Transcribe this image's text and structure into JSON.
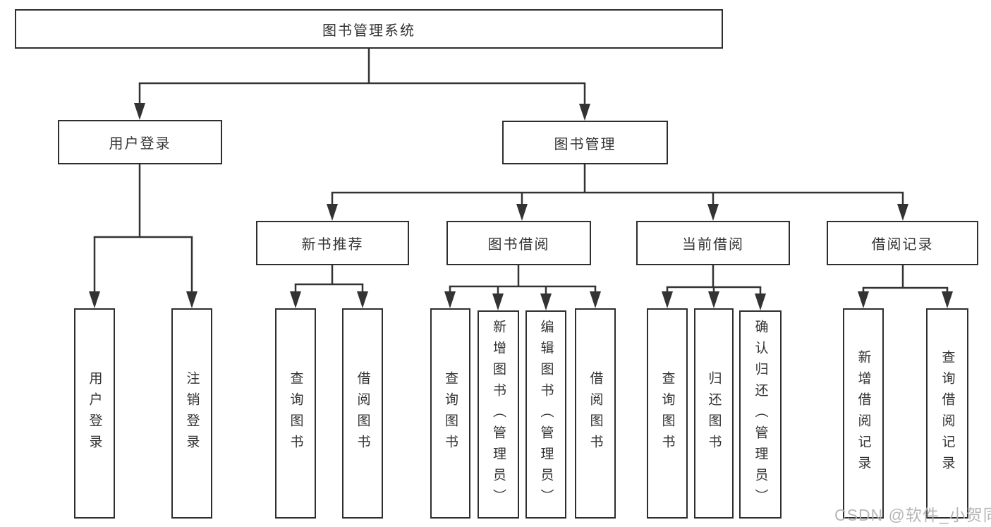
{
  "colors": {
    "line": "#333333",
    "box_border": "#2e2e2e",
    "box_fill": "#ffffff",
    "text": "#333333",
    "watermark": "#b0b0b0",
    "background": "#ffffff"
  },
  "root": {
    "label": "图书管理系统"
  },
  "level2": [
    {
      "label": "用户登录"
    },
    {
      "label": "图书管理"
    }
  ],
  "level3": [
    {
      "label": "新书推荐"
    },
    {
      "label": "图书借阅"
    },
    {
      "label": "当前借阅"
    },
    {
      "label": "借阅记录"
    }
  ],
  "leaves": [
    {
      "label": "用户登录"
    },
    {
      "label": "注销登录"
    },
    {
      "label": "查询图书"
    },
    {
      "label": "借阅图书"
    },
    {
      "label": "查询图书"
    },
    {
      "label": "新增图书（管理员）"
    },
    {
      "label": "编辑图书（管理员）"
    },
    {
      "label": "借阅图书"
    },
    {
      "label": "查询图书"
    },
    {
      "label": "归还图书"
    },
    {
      "label": "确认归还（管理员）"
    },
    {
      "label": "新增借阅记录"
    },
    {
      "label": "查询借阅记录"
    }
  ],
  "watermark": {
    "text": "CSDN @软件_小贺同学"
  }
}
